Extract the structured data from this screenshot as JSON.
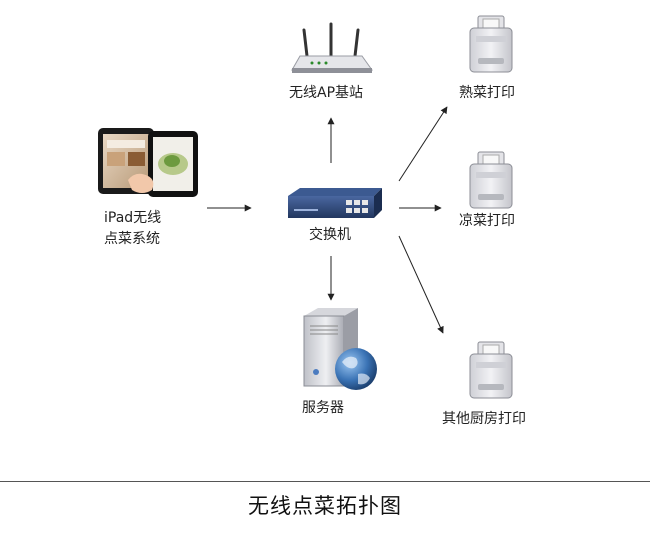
{
  "nodes": {
    "ipad": {
      "line1": "iPad无线",
      "line2": "点菜系统",
      "icon": "ipad-icon"
    },
    "switch": {
      "label": "交换机",
      "icon": "network-switch-icon"
    },
    "ap": {
      "label": "无线AP基站",
      "icon": "wireless-router-icon"
    },
    "server": {
      "label": "服务器",
      "icon": "server-icon"
    },
    "printer_hot": {
      "label": "熟菜打印",
      "icon": "printer-icon"
    },
    "printer_cold": {
      "label": "凉菜打印",
      "icon": "printer-icon"
    },
    "printer_other": {
      "label": "其他厨房打印",
      "icon": "printer-icon"
    }
  },
  "edges": [
    {
      "from": "ipad",
      "to": "switch"
    },
    {
      "from": "switch",
      "to": "ap"
    },
    {
      "from": "switch",
      "to": "server"
    },
    {
      "from": "switch",
      "to": "printer_hot"
    },
    {
      "from": "switch",
      "to": "printer_cold"
    },
    {
      "from": "switch",
      "to": "printer_other"
    }
  ],
  "caption": "无线点菜拓扑图",
  "colors": {
    "switch_body": "#2e4a7a",
    "printer_body": "#e6e6ea",
    "server_body": "#dcdde2",
    "globe": "#3f78b8",
    "arrow": "#222222"
  }
}
